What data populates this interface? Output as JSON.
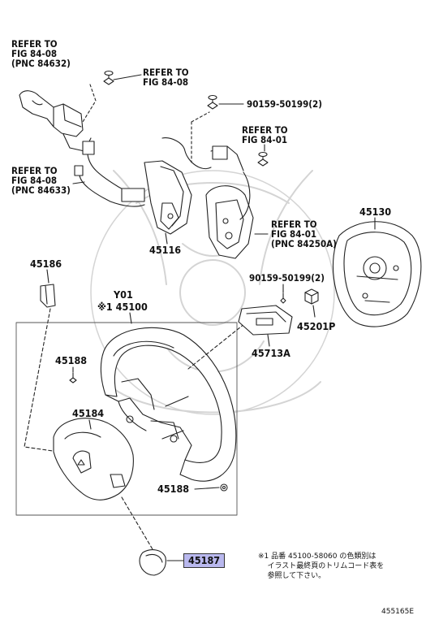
{
  "labels": {
    "ref_84632": "REFER TO\nFIG 84-08\n(PNC 84632)",
    "ref_84_08_a": "REFER TO\nFIG 84-08",
    "bolt_top": "90159-50199(2)",
    "ref_84_01": "REFER TO\nFIG 84-01",
    "ref_84633": "REFER TO\nFIG 84-08\n(PNC 84633)",
    "ref_84250a": "REFER TO\nFIG 84-01\n(PNC 84250A)",
    "p45116": "45116",
    "p45130": "45130",
    "p45186": "45186",
    "bolt_mid": "90159-50199(2)",
    "y01": "Y01",
    "p45100": "※1 45100",
    "p45201p": "45201P",
    "p45713a": "45713A",
    "p45188_a": "45188",
    "p45184": "45184",
    "p45188_b": "45188",
    "p45187": "45187"
  },
  "footnote": "※1 品番 45100-58060 の色類別は\n    イラスト最終頁のトリムコード表を\n    参照して下さい。",
  "figure_code": "455165E"
}
